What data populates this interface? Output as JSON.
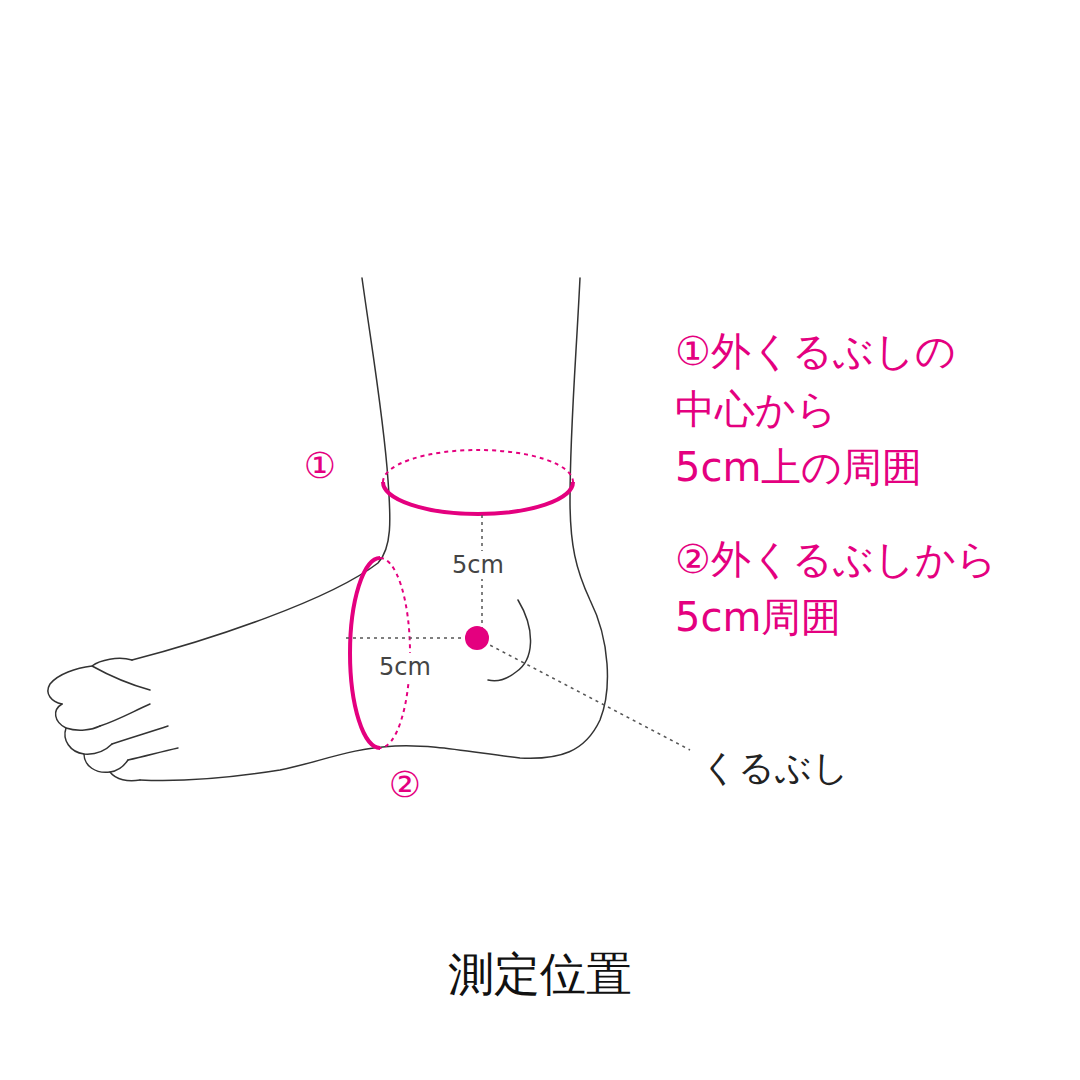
{
  "diagram": {
    "caption": "測定位置",
    "labels": [
      "①外くるぶしの 中心から 5cm上の周囲",
      "②外くるぶしから 5cm周囲",
      "①",
      "5cm",
      "5cm",
      "②",
      "くるぶし"
    ]
  }
}
